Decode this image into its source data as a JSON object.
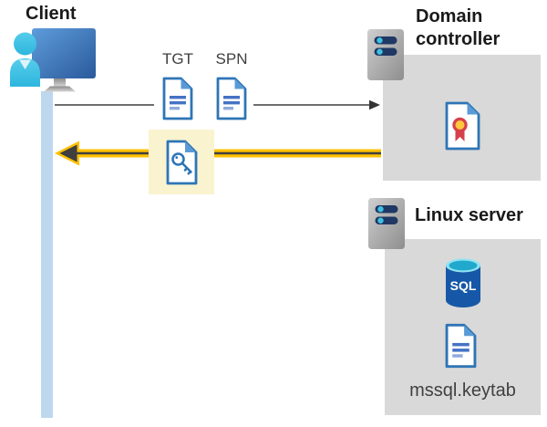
{
  "client": {
    "label": "Client"
  },
  "flow": {
    "tgt_label": "TGT",
    "spn_label": "SPN"
  },
  "domain_controller": {
    "name_line1": "Domain",
    "name_line2": "controller"
  },
  "linux_server": {
    "name": "Linux server",
    "keytab_filename": "mssql.keytab"
  },
  "database": {
    "icon_text": "SQL"
  },
  "icons": {
    "client": "workstation-user-icon",
    "domain_controller": "server-icon",
    "linux_server": "server-icon",
    "tgt": "document-icon",
    "spn": "document-icon",
    "service_ticket": "document-key-icon",
    "certificate": "certificate-icon",
    "database": "sql-database-icon",
    "keytab": "document-icon"
  },
  "colors": {
    "arrow_yellow": "#FFC000",
    "arrow_core_dark": "#3F3F3F",
    "line_gray": "#595959",
    "panel_gray": "#D9D9D9",
    "highlight_yellow": "#FAF3D0",
    "client_bar_blue": "#BDD7EE",
    "doc_blue": "#2E75B6",
    "doc_fold_blue": "#5B9BD5",
    "doc_line_blue": "#4472C4",
    "doc_line_light": "#8FAADC",
    "server_slot_navy": "#1F3864",
    "server_dot_cyan": "#3EC1E0",
    "sql_blue": "#1658A7",
    "cert_red": "#D6404A",
    "cert_gold": "#FFC83D",
    "heading_text": "#1A1A1A",
    "body_text": "#404040"
  }
}
